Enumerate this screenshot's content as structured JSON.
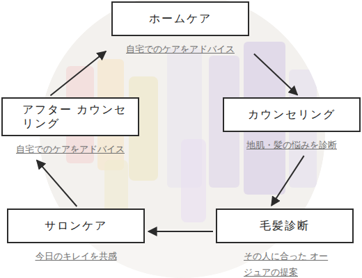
{
  "diagram": {
    "nodes": [
      {
        "text": [
          "ホームケア",
          "自宅でのケアをアドバイス"
        ]
      },
      {
        "text": [
          "カウンセリング",
          "地肌・髪の悩みを診断"
        ]
      },
      {
        "text": [
          "毛髪診断",
          "その人に合った オージュアの提案"
        ]
      },
      {
        "text": [
          "サロンケア",
          "今日のキレイを共感"
        ]
      },
      {
        "text": [
          "アフター カウンセリング",
          "自宅でのケアをアドバイス"
        ]
      }
    ],
    "edges": [
      {
        "from": 0,
        "to": 1,
        "arrow": "to"
      },
      {
        "from": 1,
        "to": 2,
        "arrow": "to"
      },
      {
        "from": 2,
        "to": 3,
        "arrow": "to"
      },
      {
        "from": 3,
        "to": 4,
        "arrow": "to"
      },
      {
        "from": 4,
        "to": 0,
        "arrow": "to"
      }
    ]
  }
}
